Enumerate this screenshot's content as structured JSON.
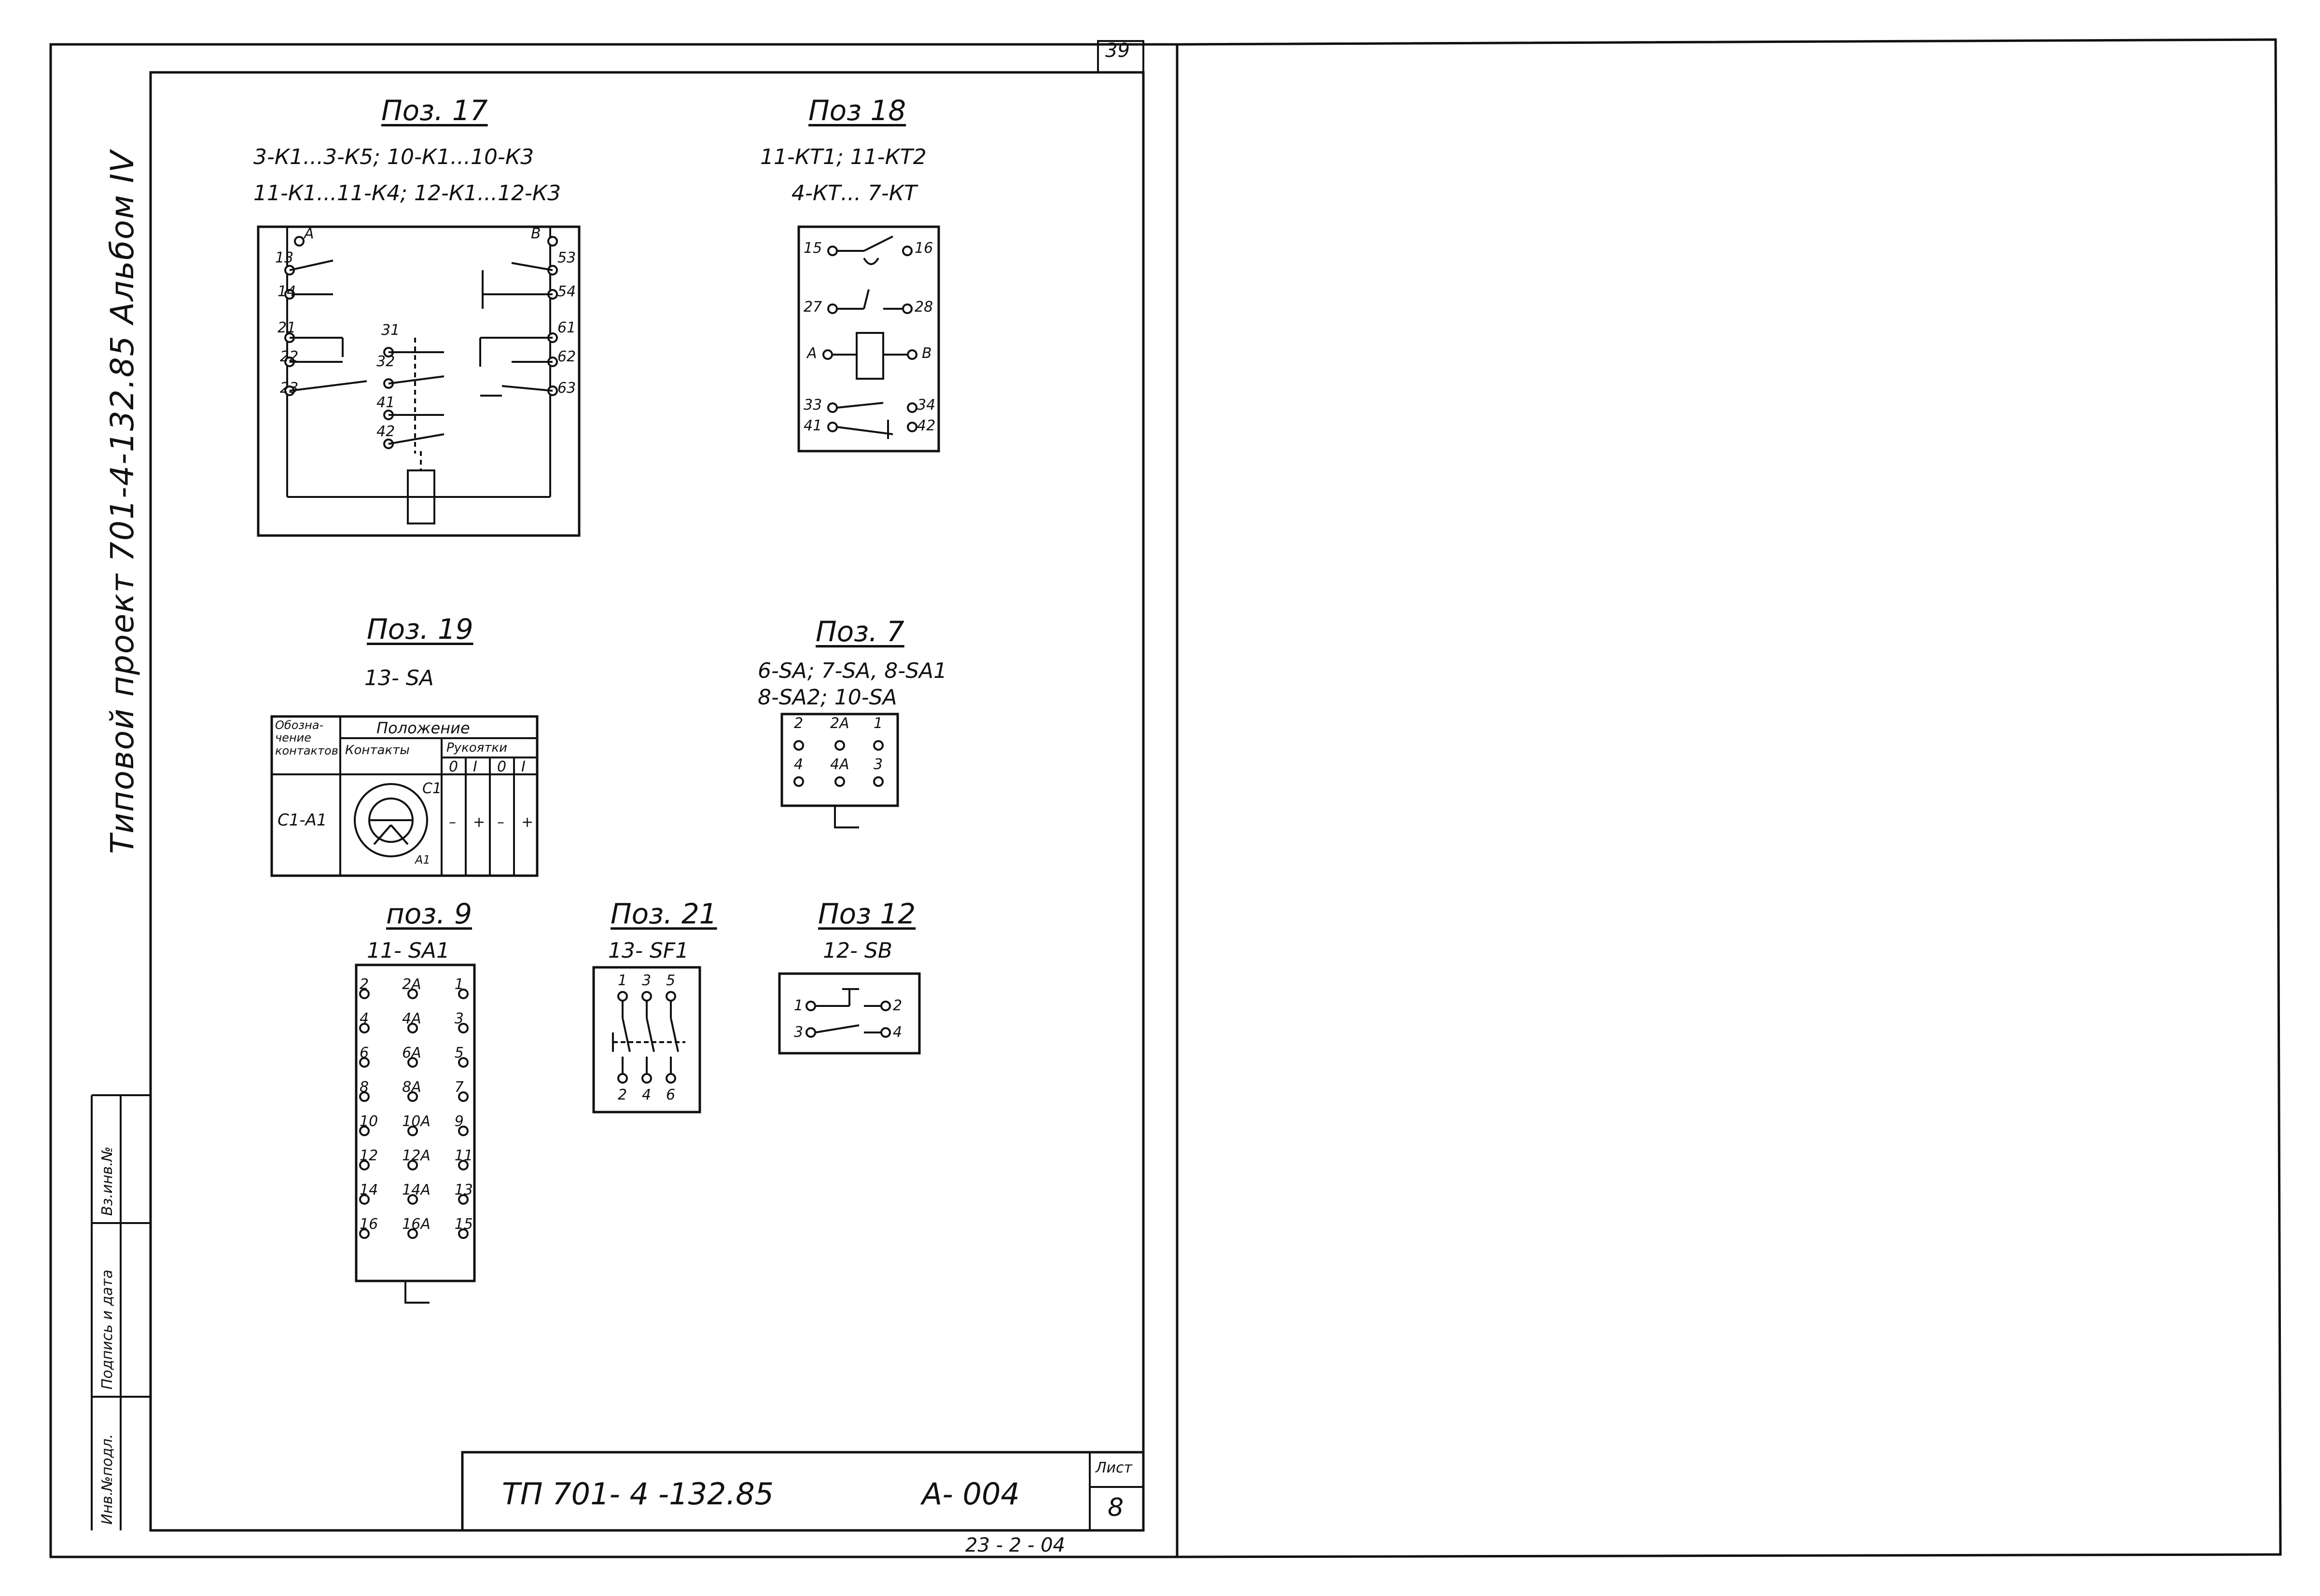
{
  "sheet_corner": "39",
  "left_margin_title": "Типовой  проект  701-4-132.85  Альбом  IV",
  "left_stamp": [
    "Инв.№подл.",
    "Подпись и дата",
    "Вз.инв.№"
  ],
  "pos17": {
    "title": "Поз. 17",
    "line1": "3-К1...3-К5; 10-К1...10-К3",
    "line2": "11-К1...11-К4; 12-К1...12-К3",
    "terminals": [
      "А",
      "13",
      "14",
      "21",
      "22",
      "23",
      "31",
      "32",
      "41",
      "42",
      "В",
      "53",
      "54",
      "61",
      "62",
      "63"
    ]
  },
  "pos18": {
    "title": "Поз 18",
    "line1": "11-КТ1; 11-КТ2",
    "line2": "4-КТ... 7-КТ",
    "terminals": [
      "15",
      "16",
      "27",
      "28",
      "А",
      "В",
      "33",
      "34",
      "41",
      "42"
    ]
  },
  "pos19": {
    "title": "Поз. 19",
    "sub": "13- SA",
    "table_head1": "Обозна-чение контактов",
    "table_head2": "Положение",
    "table_head3": "Контакты",
    "table_head4": "Рукоятки",
    "cols": [
      "0",
      "I",
      "0",
      "I"
    ],
    "row_label": "С1-А1",
    "row_marks": [
      "–",
      "+",
      "–",
      "+"
    ],
    "c1": "С1",
    "a1": "А1"
  },
  "pos7": {
    "title": "Поз. 7",
    "line1": "6-SA; 7-SA, 8-SA1",
    "line2": "8-SA2; 10-SA",
    "row1": [
      "2",
      "2А",
      "1"
    ],
    "row2": [
      "4",
      "4А",
      "3"
    ]
  },
  "pos9": {
    "title": "поз. 9",
    "sub": "11- SA1",
    "col1": [
      "2",
      "4",
      "6",
      "8",
      "10",
      "12",
      "14",
      "16"
    ],
    "col2": [
      "2А",
      "4А",
      "6А",
      "8А",
      "10А",
      "12А",
      "14А",
      "16А"
    ],
    "col3": [
      "1",
      "3",
      "5",
      "7",
      "9",
      "11",
      "13",
      "15"
    ]
  },
  "pos21": {
    "title": "Поз. 21",
    "sub": "13- SF1",
    "top": [
      "1",
      "3",
      "5"
    ],
    "bottom": [
      "2",
      "4",
      "6"
    ]
  },
  "pos12": {
    "title": "Поз 12",
    "sub": "12- SB",
    "terminals": [
      "1",
      "2",
      "3",
      "4"
    ]
  },
  "stamp": {
    "code": "ТП  701- 4 -132.85",
    "doc": "А- 004",
    "sheet_label": "Лист",
    "sheet_no": "8",
    "below": "23 - 2 - 04"
  }
}
